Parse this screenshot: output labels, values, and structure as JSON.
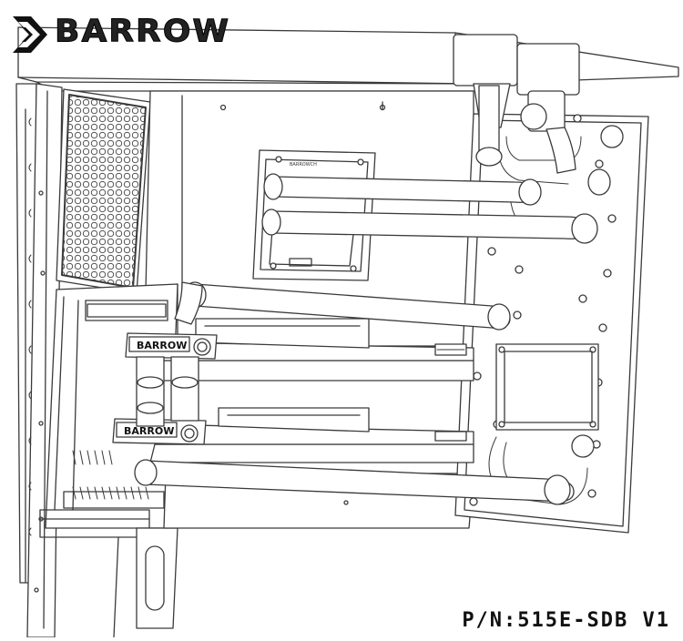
{
  "brand": {
    "name": "BARROW"
  },
  "part_number": "P/N:515E-SDB V1",
  "gpu_labels": [
    "BARROW",
    "BARROW"
  ],
  "block_label": "BARROWCH",
  "colors": {
    "line": "#3a3a3a",
    "ink": "#111111",
    "background": "#ffffff"
  },
  "icons": [
    "barrow-logo-chevron-icon"
  ]
}
